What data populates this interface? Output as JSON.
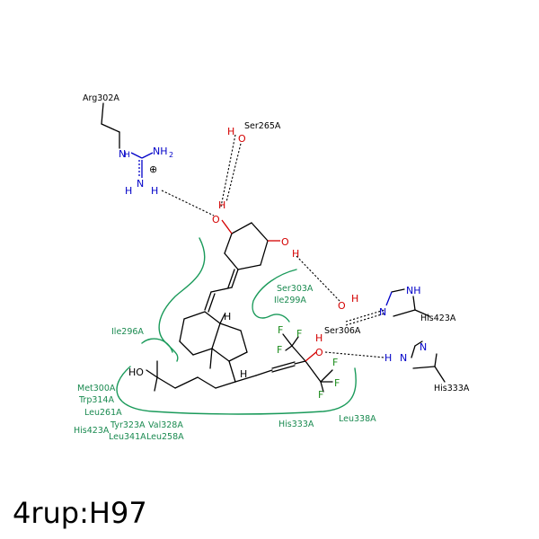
{
  "title": "4rup:H97",
  "labels": {
    "arg302": "Arg302A",
    "ser265": "Ser265A",
    "ser306": "Ser306A",
    "his423": "His423A",
    "his333": "His333A",
    "ser303": "Ser303A",
    "ile299": "Ile299A",
    "ile296": "Ile296A",
    "met300": "Met300A",
    "trp314": "Trp314A",
    "leu261": "Leu261A",
    "his423b": "His423A",
    "tyr323": "Tyr323A",
    "val328": "Val328A",
    "leu341": "Leu341A",
    "leu258": "Leu258A",
    "his333b": "His333A",
    "leu338": "Leu338A"
  },
  "atoms": {
    "n": "N",
    "h": "H",
    "nh2": "NH",
    "sub2": "2",
    "o": "O",
    "f": "F",
    "ho": "HO",
    "nh": "NH",
    "charge": "⊕"
  },
  "colors": {
    "nitrogen": "#0000c8",
    "oxygen": "#d40000",
    "fluorine": "#1c8c1c",
    "hydrophobic": "#1a9a5a"
  }
}
